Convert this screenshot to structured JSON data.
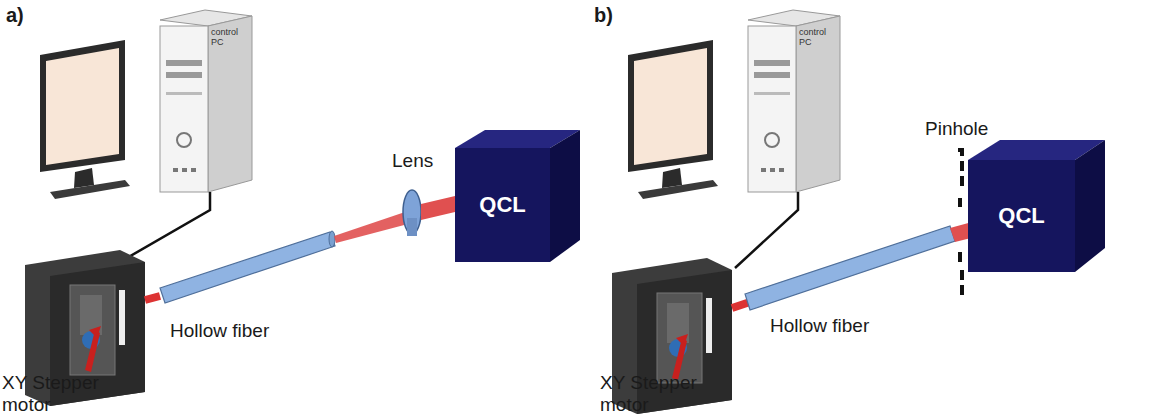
{
  "diagram": {
    "nodes": [
      {
        "text": [
          "control PC"
        ]
      },
      {
        "text": [
          "QCL"
        ]
      },
      {
        "text": [
          "control PC"
        ]
      },
      {
        "text": [
          "QCL"
        ]
      }
    ],
    "labels": [
      "a)",
      "Lens",
      "Hollow fiber",
      "XY Stepper motor",
      "b)",
      "Pinhole",
      "Hollow fiber",
      "XY Stepper motor"
    ]
  }
}
